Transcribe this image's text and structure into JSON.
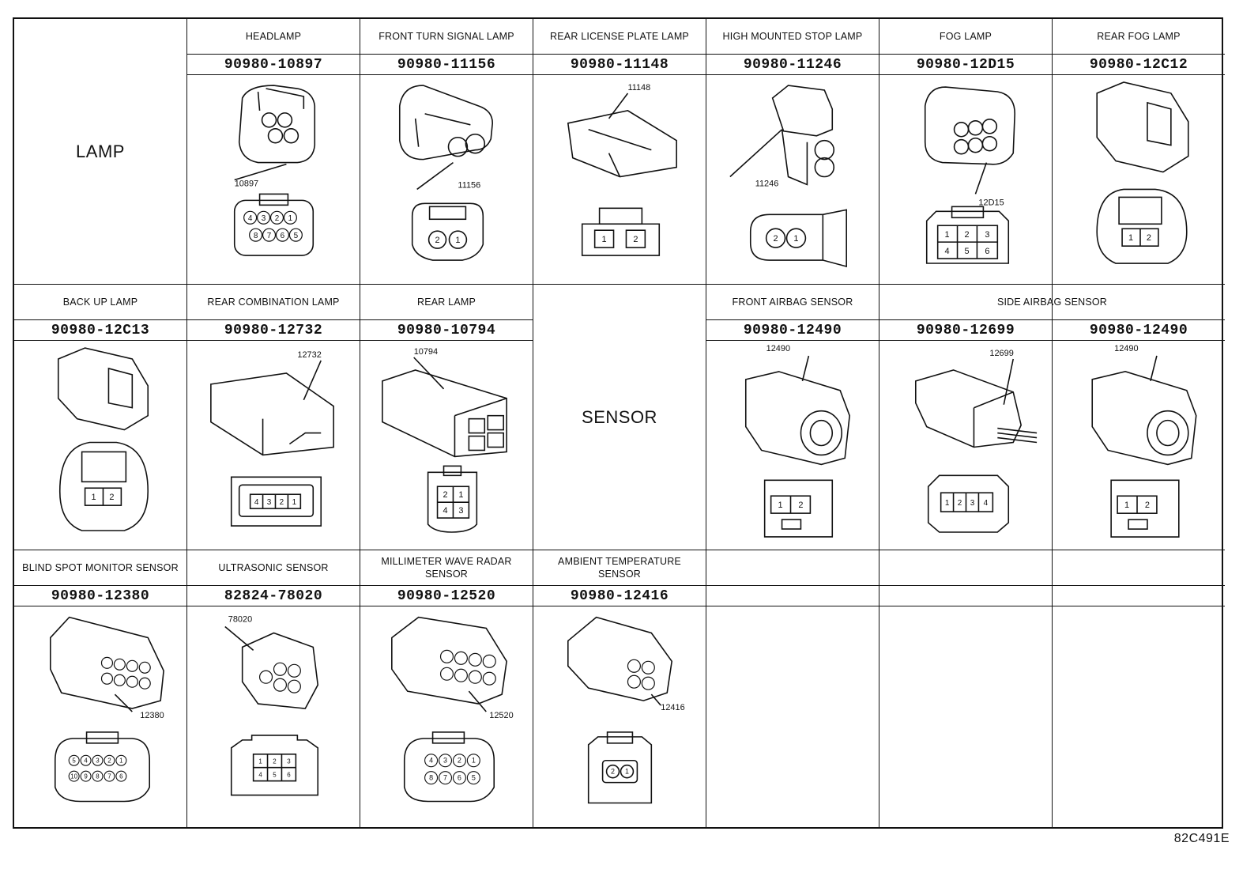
{
  "figure_code": "82C491E",
  "group_labels": {
    "lamp": "LAMP",
    "sensor": "SENSOR"
  },
  "rows": [
    {
      "cells": [
        {
          "title": "HEADLAMP",
          "part_number": "90980-10897",
          "callout": "10897",
          "pins": [
            "4",
            "3",
            "2",
            "1",
            "8",
            "7",
            "6",
            "5"
          ],
          "pin_layout": "round-2x4"
        },
        {
          "title": "FRONT TURN SIGNAL LAMP",
          "part_number": "90980-11156",
          "callout": "11156",
          "pins": [
            "2",
            "1"
          ],
          "pin_layout": "round-1x2"
        },
        {
          "title": "REAR LICENSE PLATE LAMP",
          "part_number": "90980-11148",
          "callout": "11148",
          "pins": [
            "1",
            "2"
          ],
          "pin_layout": "square-1x2"
        },
        {
          "title": "HIGH MOUNTED STOP LAMP",
          "part_number": "90980-11246",
          "callout": "11246",
          "pins": [
            "2",
            "1"
          ],
          "pin_layout": "round-1x2-side"
        },
        {
          "title": "FOG LAMP",
          "part_number": "90980-12D15",
          "callout": "12D15",
          "pins": [
            "1",
            "2",
            "3",
            "4",
            "5",
            "6"
          ],
          "pin_layout": "square-2x3"
        },
        {
          "title": "REAR FOG LAMP",
          "part_number": "90980-12C12",
          "callout": "",
          "pins": [
            "1",
            "2"
          ],
          "pin_layout": "square-1x2-hood"
        }
      ]
    },
    {
      "cells": [
        {
          "title": "BACK UP LAMP",
          "part_number": "90980-12C13",
          "callout": "",
          "pins": [
            "1",
            "2"
          ],
          "pin_layout": "square-1x2-hood"
        },
        {
          "title": "REAR COMBINATION LAMP",
          "part_number": "90980-12732",
          "callout": "12732",
          "pins": [
            "4",
            "3",
            "2",
            "1"
          ],
          "pin_layout": "square-1x4"
        },
        {
          "title": "REAR LAMP",
          "part_number": "90980-10794",
          "callout": "10794",
          "pins": [
            "2",
            "1",
            "4",
            "3"
          ],
          "pin_layout": "square-2x2"
        },
        {
          "title": "FRONT AIRBAG SENSOR",
          "part_number": "90980-12490",
          "callout": "12490",
          "pins": [
            "1",
            "2"
          ],
          "pin_layout": "square-1x2-airbag"
        },
        {
          "title": "SIDE AIRBAG SENSOR",
          "part_number": "90980-12699",
          "callout": "12699",
          "pins": [
            "1",
            "2",
            "3",
            "4"
          ],
          "pin_layout": "square-1x4-airbag"
        },
        {
          "title": "",
          "part_number": "90980-12490",
          "callout": "12490",
          "pins": [
            "1",
            "2"
          ],
          "pin_layout": "square-1x2-airbag"
        }
      ]
    },
    {
      "cells": [
        {
          "title": "BLIND SPOT MONITOR SENSOR",
          "part_number": "90980-12380",
          "callout": "12380",
          "pins": [
            "5",
            "4",
            "3",
            "2",
            "1",
            "10",
            "9",
            "8",
            "7",
            "6"
          ],
          "pin_layout": "round-2x5"
        },
        {
          "title": "ULTRASONIC SENSOR",
          "part_number": "82824-78020",
          "callout": "78020",
          "pins": [
            "1",
            "2",
            "3",
            "4",
            "5",
            "6"
          ],
          "pin_layout": "square-2x3-small"
        },
        {
          "title": "MILLIMETER WAVE RADAR SENSOR",
          "part_number": "90980-12520",
          "callout": "12520",
          "pins": [
            "4",
            "3",
            "2",
            "1",
            "8",
            "7",
            "6",
            "5"
          ],
          "pin_layout": "round-2x4"
        },
        {
          "title": "AMBIENT TEMPERATURE SENSOR",
          "part_number": "90980-12416",
          "callout": "12416",
          "pins": [
            "2",
            "1"
          ],
          "pin_layout": "round-1x2-small"
        },
        {
          "title": "",
          "part_number": "",
          "callout": "",
          "pins": [],
          "pin_layout": "empty"
        },
        {
          "title": "",
          "part_number": "",
          "callout": "",
          "pins": [],
          "pin_layout": "empty"
        },
        {
          "title": "",
          "part_number": "",
          "callout": "",
          "pins": [],
          "pin_layout": "empty"
        }
      ]
    }
  ]
}
